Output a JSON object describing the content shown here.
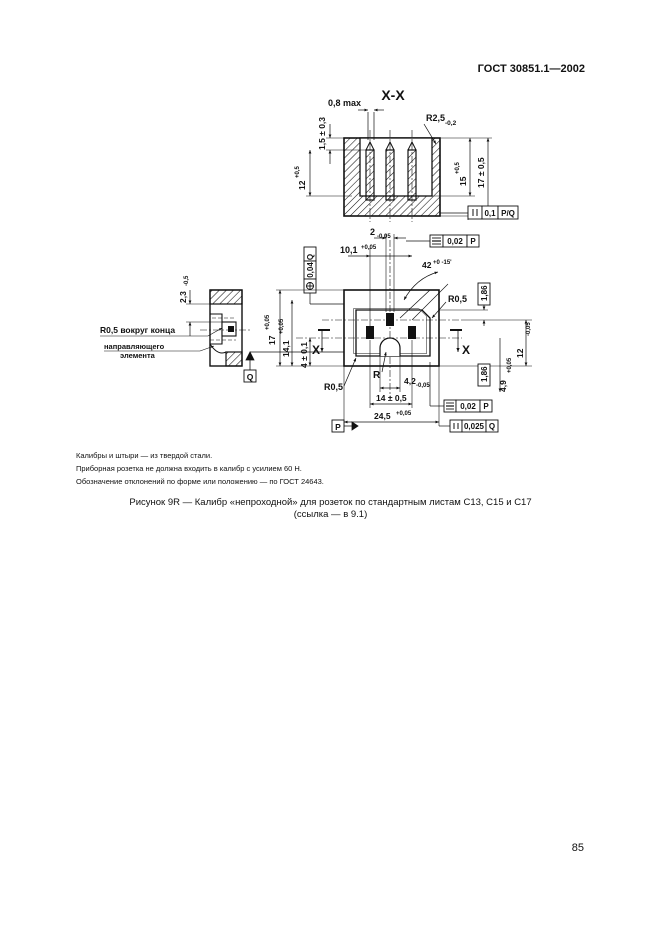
{
  "header": {
    "standard": "ГОСТ 30851.1—2002"
  },
  "drawing": {
    "section": {
      "title": "X-X",
      "d_08max": "0,8 max",
      "d_r25": "R2,5",
      "d_r25_tol": "-0,2",
      "d_15": "1,5 ± 0,3",
      "d_12": "12",
      "d_12_tol": "+0,5",
      "d_15v": "15",
      "d_15v_tol": "+0,5",
      "d_17": "17 ± 0,5",
      "tol_par_value": "0,1",
      "tol_par_datum": "P/Q"
    },
    "plan": {
      "d_2": "2",
      "d_2_tol": "-0,05",
      "d_101": "10,1",
      "d_101_tol": "+0,05",
      "tol_sym_value": "0,02",
      "tol_sym_datum": "P",
      "d_42": "42",
      "d_42_tol": "+0 -15'",
      "tol_pos_value": "0,04",
      "tol_pos_datum": "Q",
      "d_r05_top": "R0,5",
      "d_186_top": "1,86",
      "d_17": "17",
      "d_17_tol": "+0,05",
      "d_141": "14,1",
      "d_141_tol": "+0,05",
      "d_4": "4 ± 0,1",
      "d_12r": "12",
      "d_12r_tol": "-0,05",
      "d_186_bot": "1,86",
      "d_49": "4,9",
      "d_49_tol": "+0,05",
      "cut_left": "X",
      "cut_right": "X",
      "datum_q": "Q",
      "d_r05_bot": "R0,5",
      "d_r": "R",
      "d_42b": "4,2",
      "d_42b_tol": "-0,05",
      "d_14": "14 ± 0,5",
      "tol_sym2_value": "0,02",
      "tol_sym2_datum": "P",
      "d_245": "24,5",
      "d_245_tol": "+0,05",
      "datum_p": "P",
      "tol_par2_value": "0,025",
      "tol_par2_datum": "Q"
    },
    "side": {
      "d_23": "2,3",
      "d_23_tol": "-0,5",
      "note_r05": "R0,5 вокруг конца",
      "note_element_1": "направляющего",
      "note_element_2": "элемента"
    }
  },
  "notes": [
    "Калибры и штыри — из твердой стали.",
    "Приборная розетка не должна входить в калибр с усилием 60 Н.",
    "Обозначение отклонений по форме или положению — по ГОСТ 24643."
  ],
  "caption": {
    "line1": "Рисунок 9R — Калибр «непроходной» для розеток по стандартным листам С13, С15 и С17",
    "line2": "(ссылка — в 9.1)"
  },
  "page_number": "85"
}
